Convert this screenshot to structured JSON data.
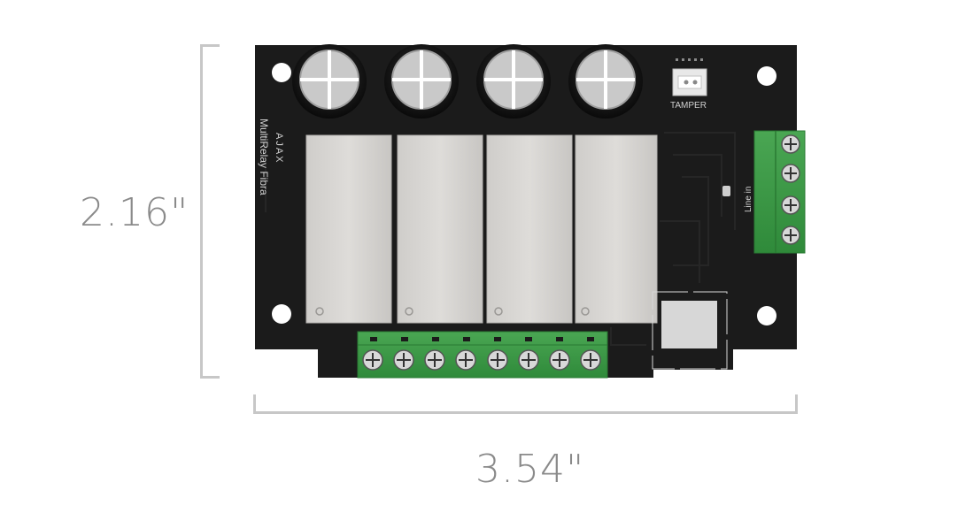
{
  "dimensions": {
    "height_label": "2.16\"",
    "width_label": "3.54\""
  },
  "board": {
    "brand_logo": "AJAX",
    "model_label": "MultiRelay Fibra",
    "tamper_label": "TAMPER",
    "line_in_label": "Line in"
  },
  "colors": {
    "pcb": "#1b1b1b",
    "terminal_green": "#3d9a47",
    "relay_body": "#d9d7d4",
    "capacitor_top": "#c9c9c9",
    "dimension_lines": "#c7c7c7",
    "dimension_text": "#8a8a8a"
  }
}
